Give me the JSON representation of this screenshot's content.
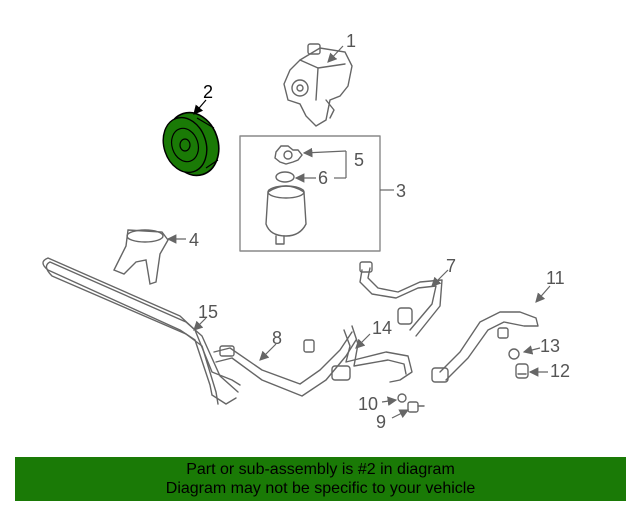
{
  "callouts": {
    "c1": "1",
    "c2": "2",
    "c3": "3",
    "c4": "4",
    "c5": "5",
    "c6": "6",
    "c7": "7",
    "c8": "8",
    "c9": "9",
    "c10": "10",
    "c11": "11",
    "c12": "12",
    "c13": "13",
    "c14": "14",
    "c15": "15"
  },
  "highlight_part": "2",
  "colors": {
    "highlight": "#1a7a06",
    "line": "#666666",
    "banner": "#1a7a06"
  },
  "banner": {
    "line1": "Part or sub-assembly is #2 in diagram",
    "line2": "Diagram may not be specific to your vehicle"
  }
}
